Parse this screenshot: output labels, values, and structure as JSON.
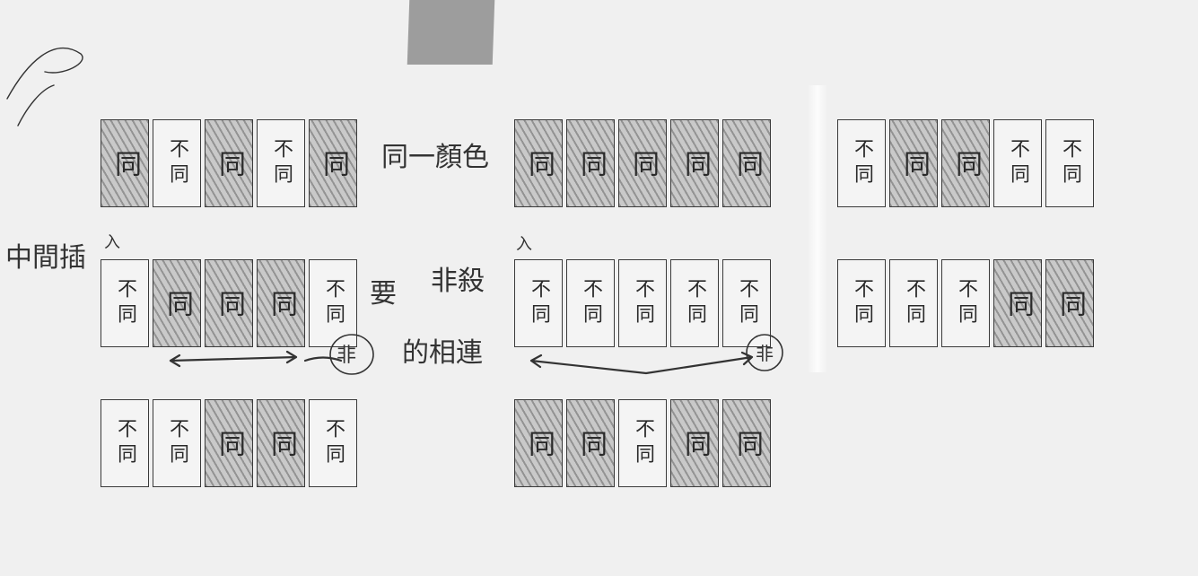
{
  "labels": {
    "same_card": "同",
    "diff_card": "不同",
    "note_same_color": "同一顏色",
    "note_middle": "中間插",
    "note_insert_mark": "入",
    "note_must": "要",
    "note_noncolor": "非殺",
    "note_adjacent": "的相連",
    "note_circled_a": "非",
    "note_circled_b": "非"
  },
  "groups": [
    {
      "row": 0,
      "col": 0,
      "cards": [
        "same",
        "diff",
        "same",
        "diff",
        "same"
      ]
    },
    {
      "row": 0,
      "col": 1,
      "cards": [
        "same",
        "same",
        "same",
        "same",
        "same"
      ]
    },
    {
      "row": 0,
      "col": 2,
      "cards": [
        "diff",
        "same",
        "same",
        "diff",
        "diff"
      ]
    },
    {
      "row": 1,
      "col": 0,
      "cards": [
        "diff",
        "same",
        "same",
        "same",
        "diff"
      ]
    },
    {
      "row": 1,
      "col": 1,
      "cards": [
        "diff",
        "diff",
        "diff",
        "diff",
        "diff"
      ]
    },
    {
      "row": 1,
      "col": 2,
      "cards": [
        "diff",
        "diff",
        "diff",
        "same",
        "same"
      ]
    },
    {
      "row": 2,
      "col": 0,
      "cards": [
        "diff",
        "diff",
        "same",
        "same",
        "diff"
      ]
    },
    {
      "row": 2,
      "col": 1,
      "cards": [
        "same",
        "same",
        "diff",
        "same",
        "same"
      ]
    }
  ],
  "colors": {
    "same_fill": "#c9c9c9",
    "diff_fill": "#f4f4f4",
    "ink": "#333333"
  }
}
